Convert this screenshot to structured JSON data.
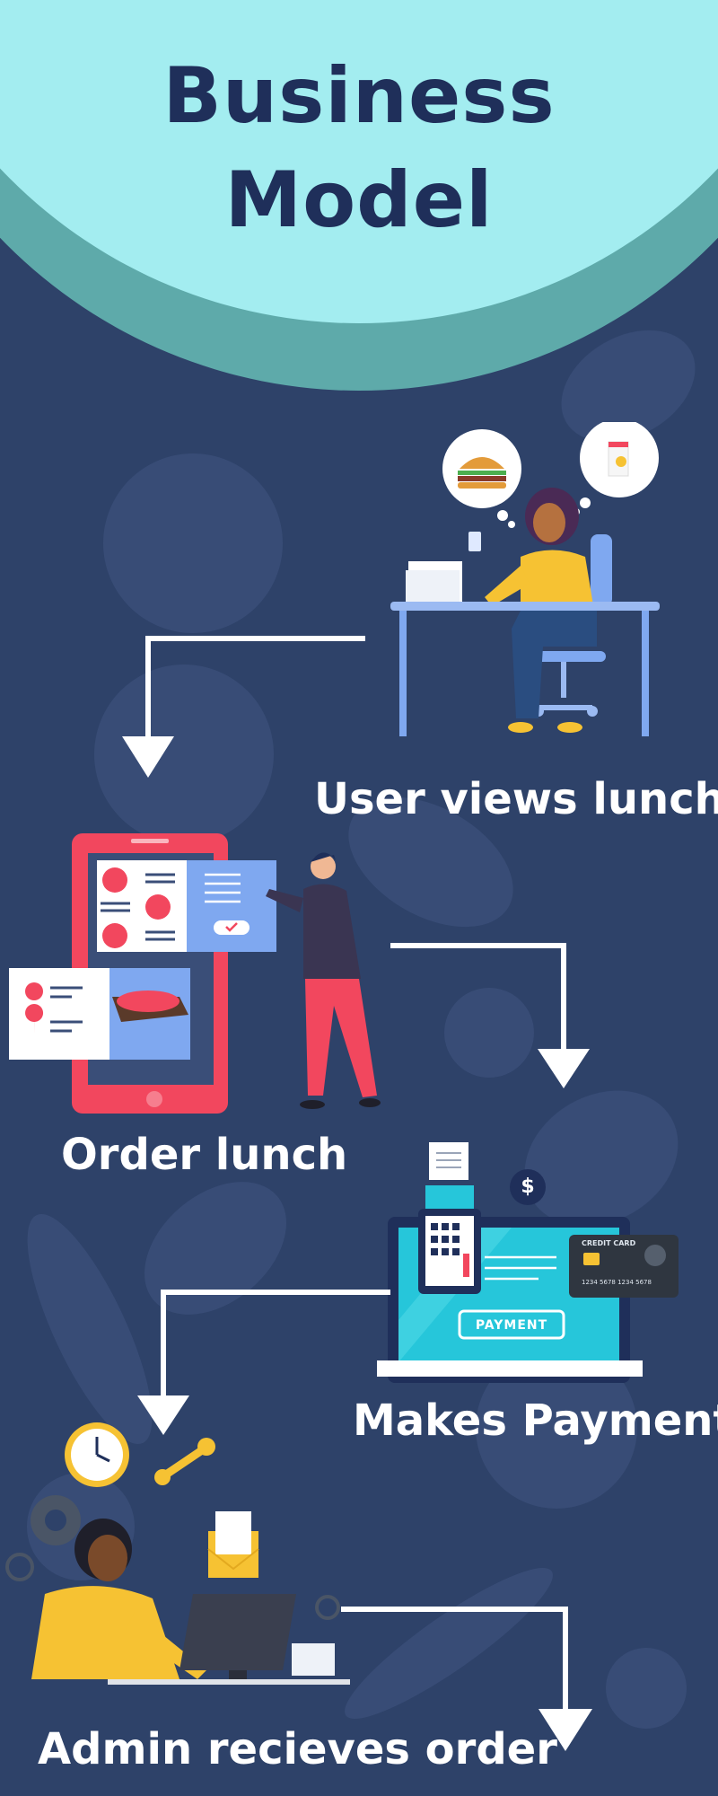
{
  "title": {
    "line1": "Business",
    "line2": "Model"
  },
  "steps": [
    {
      "label": "User views lunch"
    },
    {
      "label": "Order lunch"
    },
    {
      "label": "Makes Payment"
    },
    {
      "label": "Admin recieves order"
    }
  ],
  "payment_illustration": {
    "card_label": "CREDIT CARD",
    "card_number": "1234 5678 1234 5678",
    "button_label": "PAYMENT",
    "currency_symbol": "$"
  },
  "colors": {
    "background": "#2e4269",
    "header_light": "#a3edf0",
    "header_dark": "#5eaaaa",
    "title_text": "#1f2f5a",
    "arrow": "#ffffff",
    "accent_yellow": "#f6c233",
    "accent_red": "#f2475e",
    "accent_blue": "#7fa8f0"
  },
  "icons": [
    "burger-icon",
    "drink-icon",
    "desk-icon",
    "pizza-icon",
    "phone-icon",
    "location-pin-icon",
    "clock-icon",
    "wrench-icon",
    "gear-icon",
    "envelope-icon",
    "credit-card-icon",
    "calculator-icon",
    "dollar-icon"
  ]
}
